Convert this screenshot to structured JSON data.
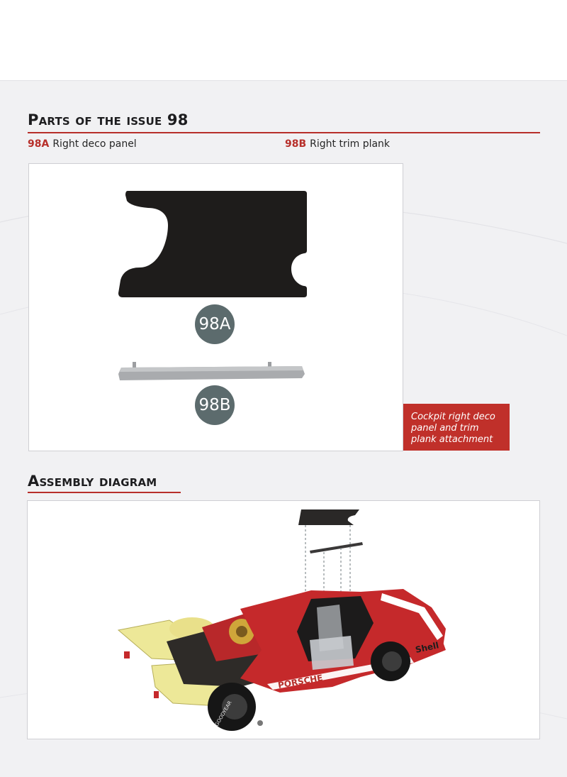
{
  "parts_section": {
    "title": "Parts of the issue 98",
    "parts": [
      {
        "code": "98A",
        "name": "Right deco panel"
      },
      {
        "code": "98B",
        "name": "Right trim plank"
      }
    ],
    "caption": "Cockpit right deco panel and trim plank attachment"
  },
  "assembly_section": {
    "title": "Assembly diagram",
    "branding": {
      "logo_text": "PORSCHE",
      "sponsor_text": "Shell",
      "tyre_text": "GOODYEAR"
    }
  },
  "colors": {
    "accent_red": "#b72f2a",
    "badge_grey": "#5c6b6d",
    "panel_black": "#1e1c1b",
    "trim_silver": "#a9abae"
  }
}
